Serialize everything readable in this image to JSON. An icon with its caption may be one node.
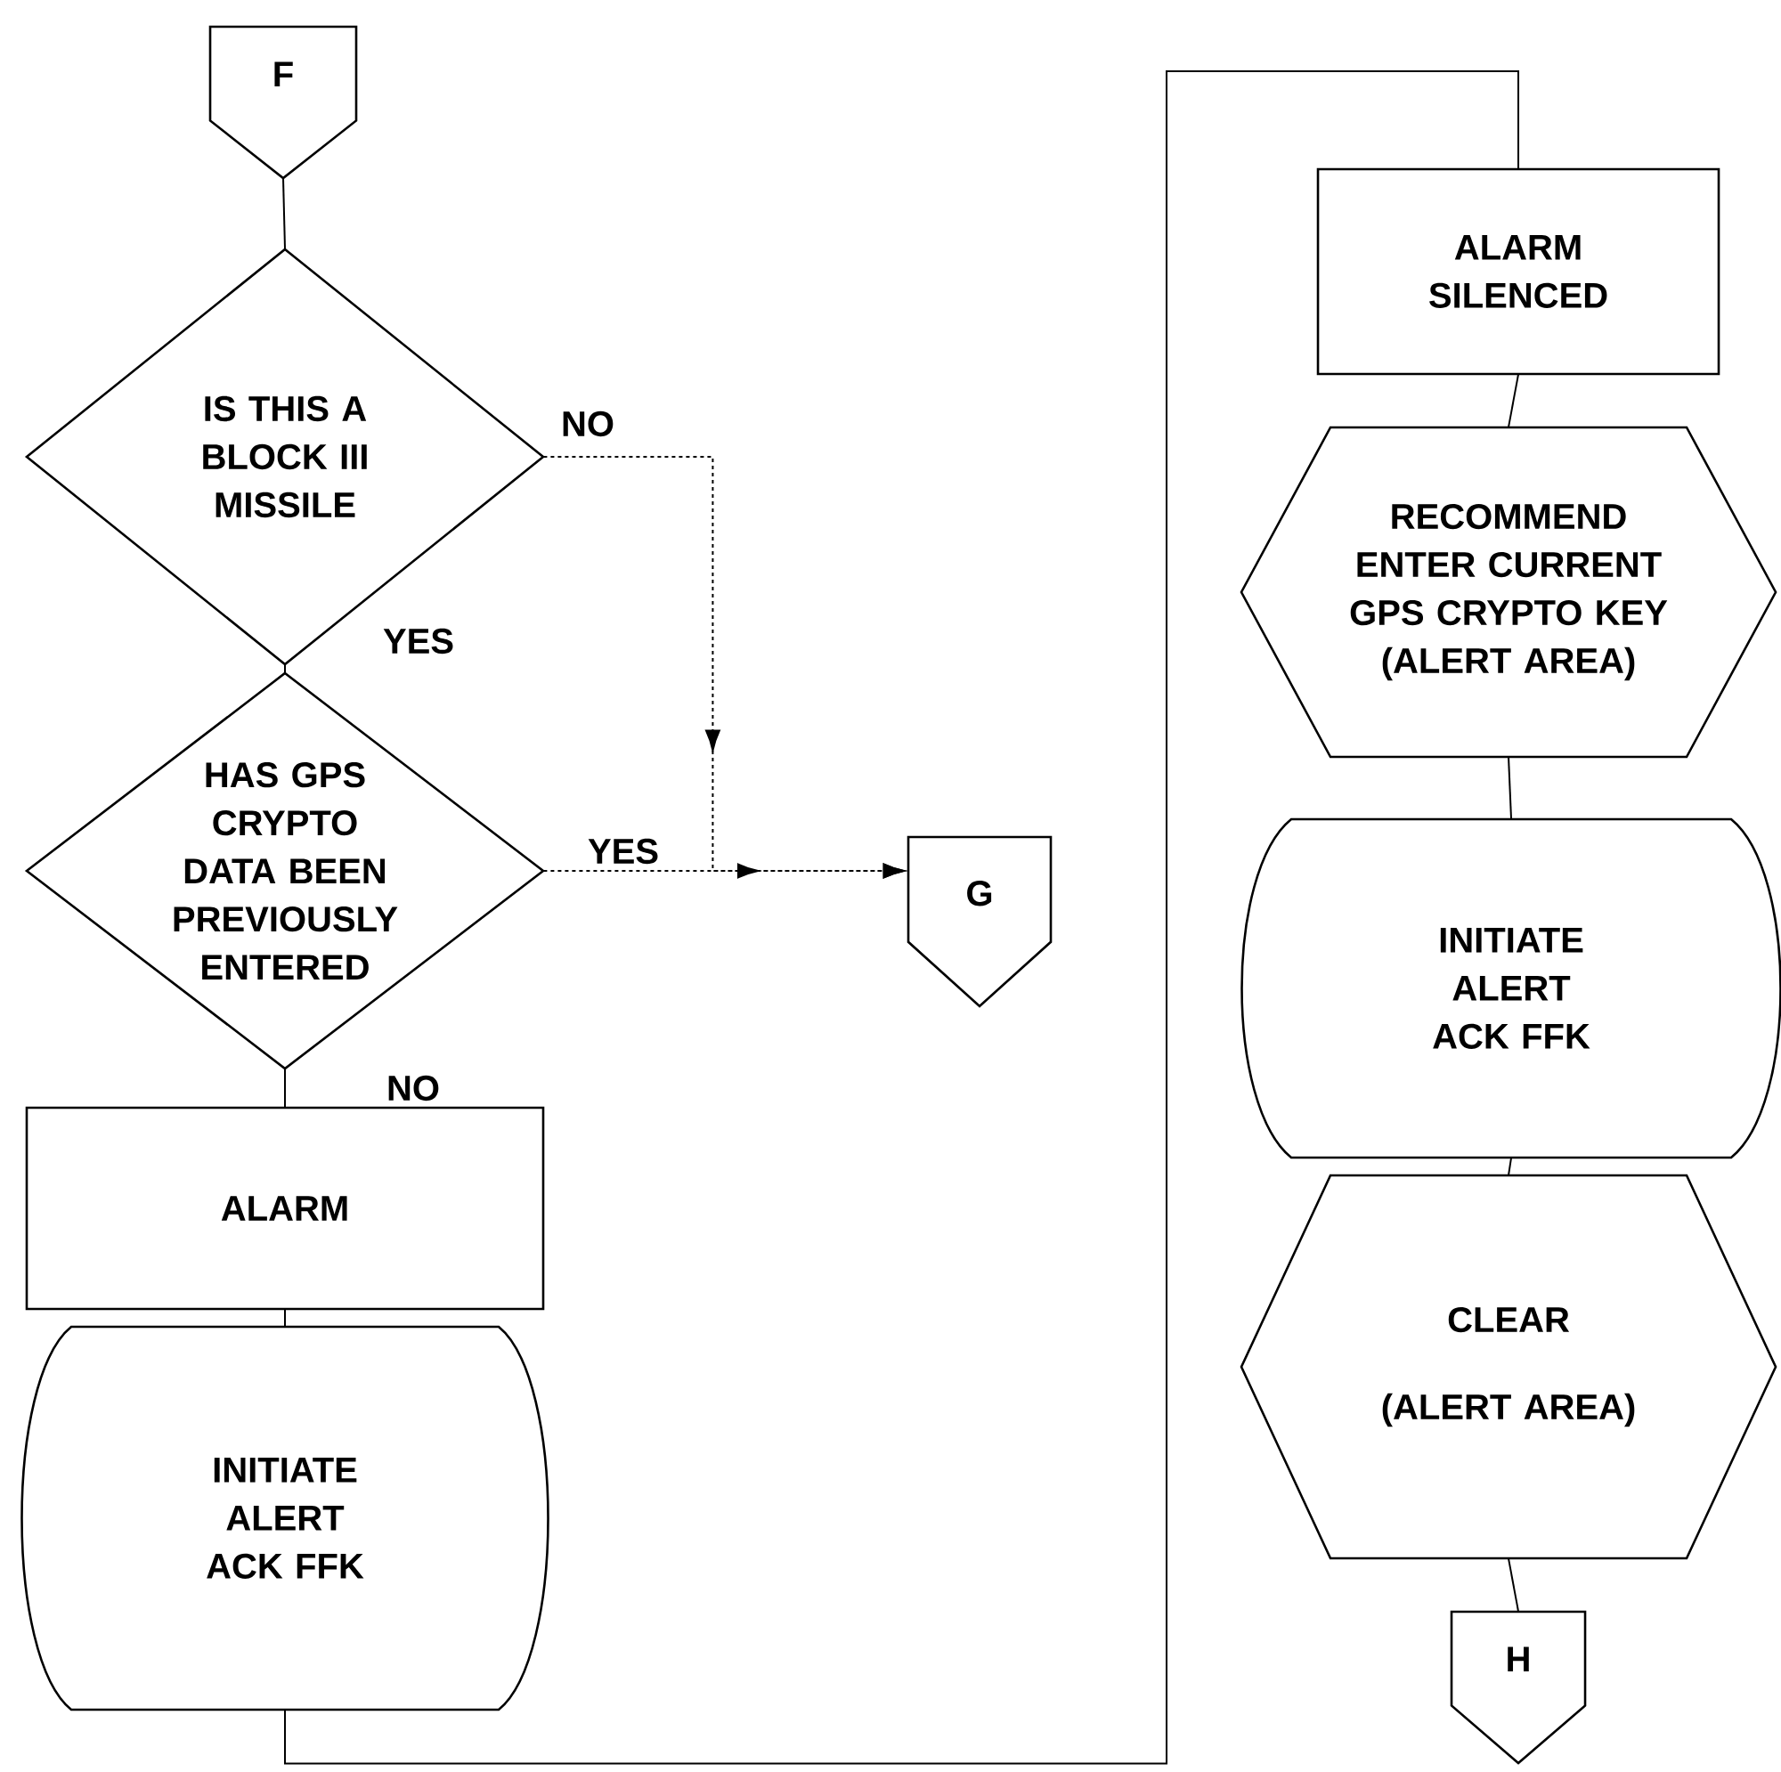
{
  "diagram": {
    "nodes": [
      {
        "text": [
          "F"
        ]
      },
      {
        "text": [
          "IS THIS A BLOCK III MISSILE"
        ]
      },
      {
        "text": [
          "HAS GPS CRYPTO DATA BEEN PREVIOUSLY ENTERED"
        ]
      },
      {
        "text": [
          "ALARM"
        ]
      },
      {
        "text": [
          "INITIATE ALERT ACK FFK"
        ]
      },
      {
        "text": [
          "G"
        ]
      },
      {
        "text": [
          "ALARM SILENCED"
        ]
      },
      {
        "text": [
          "RECOMMEND ENTER CURRENT GPS CRYPTO KEY (ALERT AREA)"
        ]
      },
      {
        "text": [
          "INITIATE ALERT ACK FFK"
        ]
      },
      {
        "text": [
          "CLEAR",
          "(ALERT AREA)"
        ]
      },
      {
        "text": [
          "H"
        ]
      }
    ],
    "edges": [
      {
        "from": 0,
        "to": 1,
        "arrow": "none"
      },
      {
        "from": 1,
        "to": 2,
        "arrow": "none",
        "label": "YES"
      },
      {
        "from": 1,
        "to": 5,
        "arrow": "to",
        "label": "NO",
        "style": "dashed"
      },
      {
        "from": 2,
        "to": 5,
        "arrow": "to",
        "label": "YES",
        "style": "dashed"
      },
      {
        "from": 2,
        "to": 3,
        "arrow": "none",
        "label": "NO"
      },
      {
        "from": 3,
        "to": 4,
        "arrow": "none"
      },
      {
        "from": 4,
        "to": 6,
        "arrow": "none"
      },
      {
        "from": 6,
        "to": 7,
        "arrow": "none"
      },
      {
        "from": 7,
        "to": 8,
        "arrow": "none"
      },
      {
        "from": 8,
        "to": 9,
        "arrow": "none"
      },
      {
        "from": 9,
        "to": 10,
        "arrow": "none"
      }
    ]
  }
}
